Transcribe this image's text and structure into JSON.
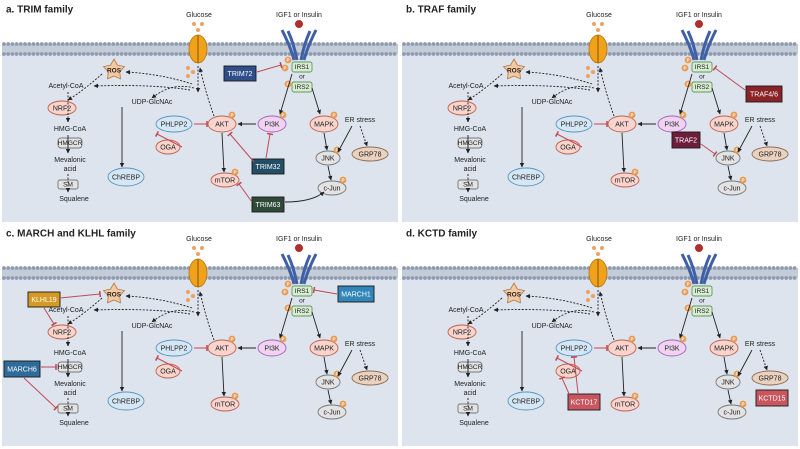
{
  "colors": {
    "cytoplasm": "#dde4ee",
    "membrane_head": "#8f9cb0",
    "membrane_tail": "#c4ccd8",
    "receptor": "#3f5fa6",
    "ligand": "#b32d2d",
    "glut_body": "#f0a21a",
    "glucose_dot": "#f0a060",
    "phospho": "#e89a52",
    "ros_fill": "#f5c9a0",
    "node_pink": "#f7d4cc",
    "node_pink_stroke": "#c0604f",
    "node_grey": "#e3e3e3",
    "node_blue": "#d5e7f5",
    "node_blue_stroke": "#5b93c2",
    "node_violet": "#efd4f2",
    "node_violet_stroke": "#ad5bbd",
    "node_green": "#d8ecd4",
    "node_green_stroke": "#5f9a55",
    "node_tan": "#ead2bf",
    "node_tan_stroke": "#8c6c52",
    "arrow": "#222222",
    "inhibit": "#c24a55",
    "trim72": "#2f4f8a",
    "trim32": "#234f66",
    "trim63": "#2f4a37",
    "traf46": "#8a2327",
    "traf2": "#6e1e3a",
    "klhl19": "#d49a25",
    "march1": "#3185b8",
    "march6": "#2e6a9a",
    "kctd": "#c7565f"
  },
  "common": {
    "glucose": "Glucose",
    "ligand": "IGF1 or Insulin",
    "ros": "ROS",
    "acetyl_coa": "Acetyl-CoA",
    "udp_glcnac": "UDP-GlcNAc",
    "nrf2": "NRF2",
    "hmg_coa": "HMG-CoA",
    "hmgcr": "HMGCR",
    "mevalonic_1": "Mevalonic",
    "mevalonic_2": "acid",
    "sm": "SM",
    "squalene": "Squalene",
    "phlpp2": "PHLPP2",
    "akt": "AKT",
    "pi3k": "PI3K",
    "oga": "OGA",
    "chrebp": "ChREBP",
    "mtor": "mTOR",
    "irs1": "IRS1",
    "or": "or",
    "irs2": "IRS2",
    "mapk": "MAPK",
    "er_stress": "ER stress",
    "jnk": "JNK",
    "grp78": "GRP78",
    "cjun": "c-Jun",
    "p": "P"
  },
  "panels": [
    {
      "title": "a. TRIM family",
      "e3": [
        "TRIM72",
        "TRIM32",
        "TRIM63"
      ]
    },
    {
      "title": "b. TRAF family",
      "e3": [
        "TRAF4/6",
        "TRAF2"
      ]
    },
    {
      "title": "c. MARCH and KLHL family",
      "e3": [
        "KLHL19",
        "MARCH1",
        "MARCH6"
      ]
    },
    {
      "title": "d. KCTD family",
      "e3": [
        "KCTD17",
        "KCTD15"
      ]
    }
  ]
}
